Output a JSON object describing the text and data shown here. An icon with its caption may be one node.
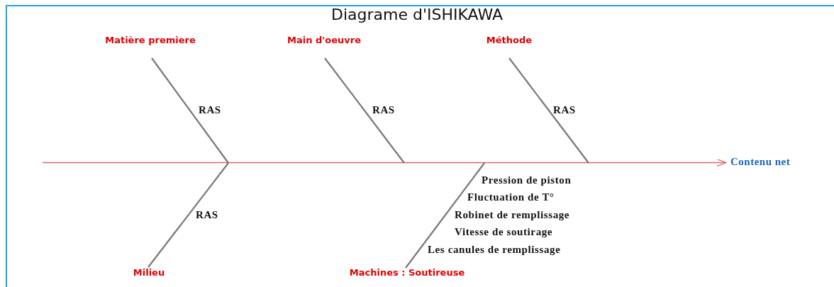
{
  "diagram": {
    "title": "Diagrame d'ISHIKAWA",
    "nodes": [
      {
        "text": [
          "Matière premiere"
        ]
      },
      {
        "text": [
          "Main d'oeuvre"
        ]
      },
      {
        "text": [
          "Méthode"
        ]
      },
      {
        "text": [
          "Contenu net"
        ]
      },
      {
        "text": [
          "Milieu"
        ]
      },
      {
        "text": [
          "Machines : Soutireuse"
        ]
      }
    ],
    "edges": [
      {
        "from": null,
        "to": 3,
        "arrow": "to",
        "color": "#e06666"
      },
      {
        "from": 0,
        "to": null,
        "arrow": "none"
      },
      {
        "from": 1,
        "to": null,
        "arrow": "none"
      },
      {
        "from": 2,
        "to": null,
        "arrow": "none"
      },
      {
        "from": 4,
        "to": null,
        "arrow": "none"
      },
      {
        "from": 5,
        "to": null,
        "arrow": "none"
      }
    ],
    "labels": [
      "RAS",
      "RAS",
      "RAS",
      "RAS",
      "Pression de piston",
      "Fluctuation de T°",
      "Robinet de remplissage",
      "Vitesse de soutirage",
      "Les canules de remplissage"
    ]
  }
}
